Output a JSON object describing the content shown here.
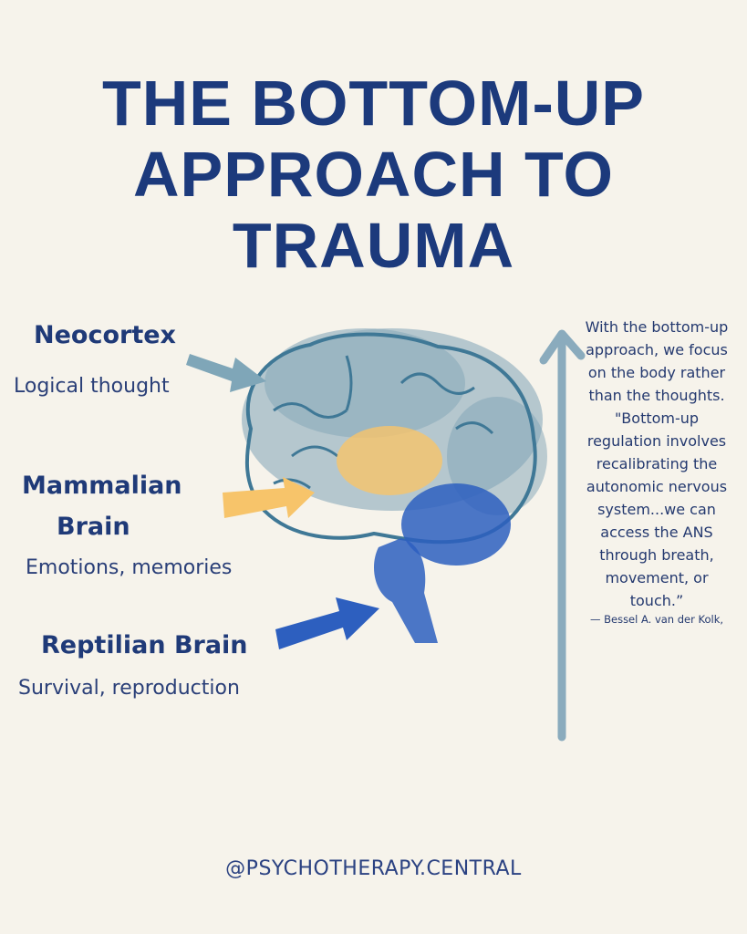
{
  "title": {
    "lines": [
      "THE BOTTOM-UP",
      "APPROACH TO",
      "TRAUMA"
    ]
  },
  "labels": [
    {
      "heading": "Neocortex",
      "description": "Logical thought"
    },
    {
      "heading_lines": [
        "Mammalian",
        "Brain"
      ],
      "description": "Emotions, memories"
    },
    {
      "heading": "Reptilian Brain",
      "description": "Survival, reproduction"
    }
  ],
  "quote": {
    "text": "With the bottom-up approach, we focus on the body rather than the thoughts. \"Bottom-up regulation involves recalibrating the autonomic nervous system...we can access the ANS through breath, movement, or touch.”",
    "attribution": "— Bessel A. van der Kolk,"
  },
  "footer": "@PSYCHOTHERAPY.CENTRAL",
  "colors": {
    "background": "#f6f3eb",
    "title": "#1c3a7c",
    "neocortex": "#7fa6b8",
    "mammalian": "#f7c46a",
    "reptilian": "#2d5fbf"
  }
}
